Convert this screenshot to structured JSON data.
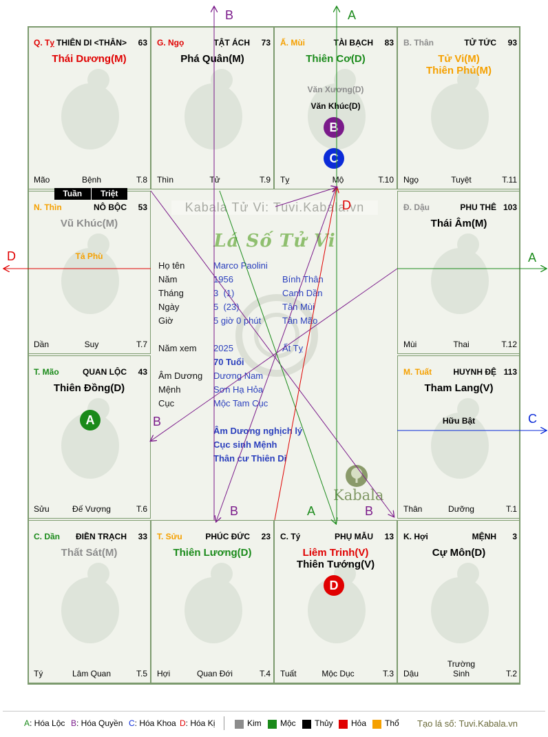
{
  "cells": [
    {
      "id": "ty",
      "pal": "Q. Tỵ",
      "pal_color": "#e00000",
      "name": "THIÊN DI <THÂN>",
      "num": "63",
      "majors": [
        {
          "text": "Thái Dương(M)",
          "color": "#e00000"
        }
      ],
      "minors": [],
      "bottom": {
        "left": "Mão",
        "mid": "Bệnh",
        "right": "T.8"
      }
    },
    {
      "id": "ngo",
      "pal": "G. Ngọ",
      "pal_color": "#e00000",
      "name": "TẬT ÁCH",
      "num": "73",
      "majors": [
        {
          "text": "Phá Quân(M)",
          "color": "#000000"
        }
      ],
      "minors": [],
      "bottom": {
        "left": "Thìn",
        "mid": "Tử",
        "right": "T.9"
      }
    },
    {
      "id": "mui",
      "pal": "Ấ. Mùi",
      "pal_color": "#f5a000",
      "name": "TÀI BẠCH",
      "num": "83",
      "majors": [
        {
          "text": "Thiên Cơ(D)",
          "color": "#1a8a1a"
        }
      ],
      "minors": [
        {
          "text": "Văn Xương(D)",
          "color": "#8c8c8c"
        },
        {
          "text": "Văn Khúc(D)",
          "color": "#000000"
        }
      ],
      "bottom": {
        "left": "Tỵ",
        "mid": "Mộ",
        "right": "T.10"
      }
    },
    {
      "id": "than",
      "pal": "B. Thân",
      "pal_color": "#8c8c8c",
      "name": "TỬ TỨC",
      "num": "93",
      "majors": [
        {
          "text": "Tử Vi(M)",
          "color": "#f5a000"
        },
        {
          "text": "Thiên Phủ(M)",
          "color": "#f5a000"
        }
      ],
      "minors": [],
      "bottom": {
        "left": "Ngọ",
        "mid": "Tuyệt",
        "right": "T.11"
      }
    },
    {
      "id": "thin",
      "pal": "N. Thìn",
      "pal_color": "#f5a000",
      "name": "NÔ BỘC",
      "num": "53",
      "majors": [
        {
          "text": "Vũ Khúc(M)",
          "color": "#8c8c8c"
        }
      ],
      "minors": [
        {
          "text": "Tả Phù",
          "color": "#f5a000"
        }
      ],
      "bottom": {
        "left": "Dần",
        "mid": "Suy",
        "right": "T.7"
      }
    },
    {
      "id": "dau",
      "pal": "Đ. Dậu",
      "pal_color": "#8c8c8c",
      "name": "PHU THÊ",
      "num": "103",
      "majors": [
        {
          "text": "Thái Âm(M)",
          "color": "#000000"
        }
      ],
      "minors": [],
      "bottom": {
        "left": "Mùi",
        "mid": "Thai",
        "right": "T.12"
      }
    },
    {
      "id": "mao",
      "pal": "T. Mão",
      "pal_color": "#1a8a1a",
      "name": "QUAN LỘC",
      "num": "43",
      "majors": [
        {
          "text": "Thiên Đồng(D)",
          "color": "#000000"
        }
      ],
      "minors": [],
      "bottom": {
        "left": "Sửu",
        "mid": "Đế Vượng",
        "right": "T.6"
      }
    },
    {
      "id": "tuat",
      "pal": "M. Tuất",
      "pal_color": "#f5a000",
      "name": "HUYNH ĐỆ",
      "num": "113",
      "majors": [
        {
          "text": "Tham Lang(V)",
          "color": "#000000"
        }
      ],
      "minors": [
        {
          "text": "Hữu Bật",
          "color": "#000000"
        }
      ],
      "bottom": {
        "left": "Thân",
        "mid": "Dưỡng",
        "right": "T.1"
      }
    },
    {
      "id": "dan",
      "pal": "C. Dần",
      "pal_color": "#1a8a1a",
      "name": "ĐIỀN TRẠCH",
      "num": "33",
      "majors": [
        {
          "text": "Thất Sát(M)",
          "color": "#8c8c8c"
        }
      ],
      "minors": [],
      "bottom": {
        "left": "Tý",
        "mid": "Lâm Quan",
        "right": "T.5"
      }
    },
    {
      "id": "suu",
      "pal": "T. Sửu",
      "pal_color": "#f5a000",
      "name": "PHÚC ĐỨC",
      "num": "23",
      "majors": [
        {
          "text": "Thiên Lương(D)",
          "color": "#1a8a1a"
        }
      ],
      "minors": [],
      "bottom": {
        "left": "Hợi",
        "mid": "Quan Đới",
        "right": "T.4"
      }
    },
    {
      "id": "tyy",
      "pal": "C. Tý",
      "pal_color": "#000000",
      "name": "PHỤ MẪU",
      "num": "13",
      "majors": [
        {
          "text": "Liêm Trinh(V)",
          "color": "#e00000"
        },
        {
          "text": "Thiên Tướng(V)",
          "color": "#000000"
        }
      ],
      "minors": [],
      "bottom": {
        "left": "Tuất",
        "mid": "Mộc Dục",
        "right": "T.3"
      }
    },
    {
      "id": "hoi",
      "pal": "K. Hợi",
      "pal_color": "#000000",
      "name": "MỆNH",
      "num": "3",
      "majors": [
        {
          "text": "Cự Môn(D)",
          "color": "#000000"
        }
      ],
      "minors": [],
      "bottom": {
        "left": "Dậu",
        "mid": "Trường Sinh",
        "right": "T.2"
      }
    }
  ],
  "tuan_triet": [
    "Tuần",
    "Triệt"
  ],
  "badges": {
    "mui_b": "B",
    "mui_c": "C",
    "mao_a": "A",
    "tyy_d": "D"
  },
  "watermark": "Kabala Tử Vi: Tuvi.Kabala.vn",
  "center_title": "Lá Số Tử Vi",
  "info": {
    "hoten_label": "Họ tên",
    "hoten": "Marco Paolini",
    "nam_label": "Năm",
    "nam": "1956",
    "nam_can": "Bính Thân",
    "thang_label": "Tháng",
    "thang": "3  (1)",
    "thang_can": "Canh Dần",
    "ngay_label": "Ngày",
    "ngay": "5  (23)",
    "ngay_can": "Tân Mùi",
    "gio_label": "Giờ",
    "gio": "5 giờ 0 phút",
    "gio_can": "Tân Mão",
    "namxem_label": "Năm xem",
    "namxem": "2025",
    "namxem_can": "Ất Tỵ",
    "tuoi": "70 Tuổi",
    "amduong_label": "Âm Dương",
    "amduong": "Dương Nam",
    "menh_label": "Mệnh",
    "menh": "Sơn Hạ Hỏa",
    "cuc_label": "Cục",
    "cuc": "Mộc Tam Cục",
    "note1": "Âm Dương nghịch lý",
    "note2": "Cục sinh Mệnh",
    "note3": "Thân cư Thiên Di"
  },
  "kabala_logo": "Kabala",
  "arrow_labels": {
    "top_b": "B",
    "top_a": "A",
    "left_d": "D",
    "right_a": "A",
    "right_c": "C",
    "center_d": "D",
    "center_b": "B",
    "bottom_b": "B",
    "bottom_a": "A",
    "bottom_b2": "B"
  },
  "legend": {
    "hoa_loc_key": "A",
    "hoa_loc": ": Hóa Lộc",
    "hoa_quyen_key": "B",
    "hoa_quyen": ": Hóa Quyền",
    "hoa_khoa_key": "C",
    "hoa_khoa": ": Hóa Khoa",
    "hoa_ki_key": "D",
    "hoa_ki": ": Hóa Kị",
    "kim": "Kim",
    "moc": "Mộc",
    "thuy": "Thủy",
    "hoa": "Hỏa",
    "tho": "Thổ",
    "footer": "Tạo lá số: Tuvi.Kabala.vn"
  },
  "colors": {
    "hoa_loc": "#1a8a1a",
    "hoa_quyen": "#7a1a8a",
    "hoa_khoa": "#0b2bd8",
    "hoa_ki": "#e00000",
    "kim": "#8c8c8c",
    "moc": "#1a8a1a",
    "thuy": "#000000",
    "hoa_el": "#e00000",
    "tho": "#f5a000"
  }
}
